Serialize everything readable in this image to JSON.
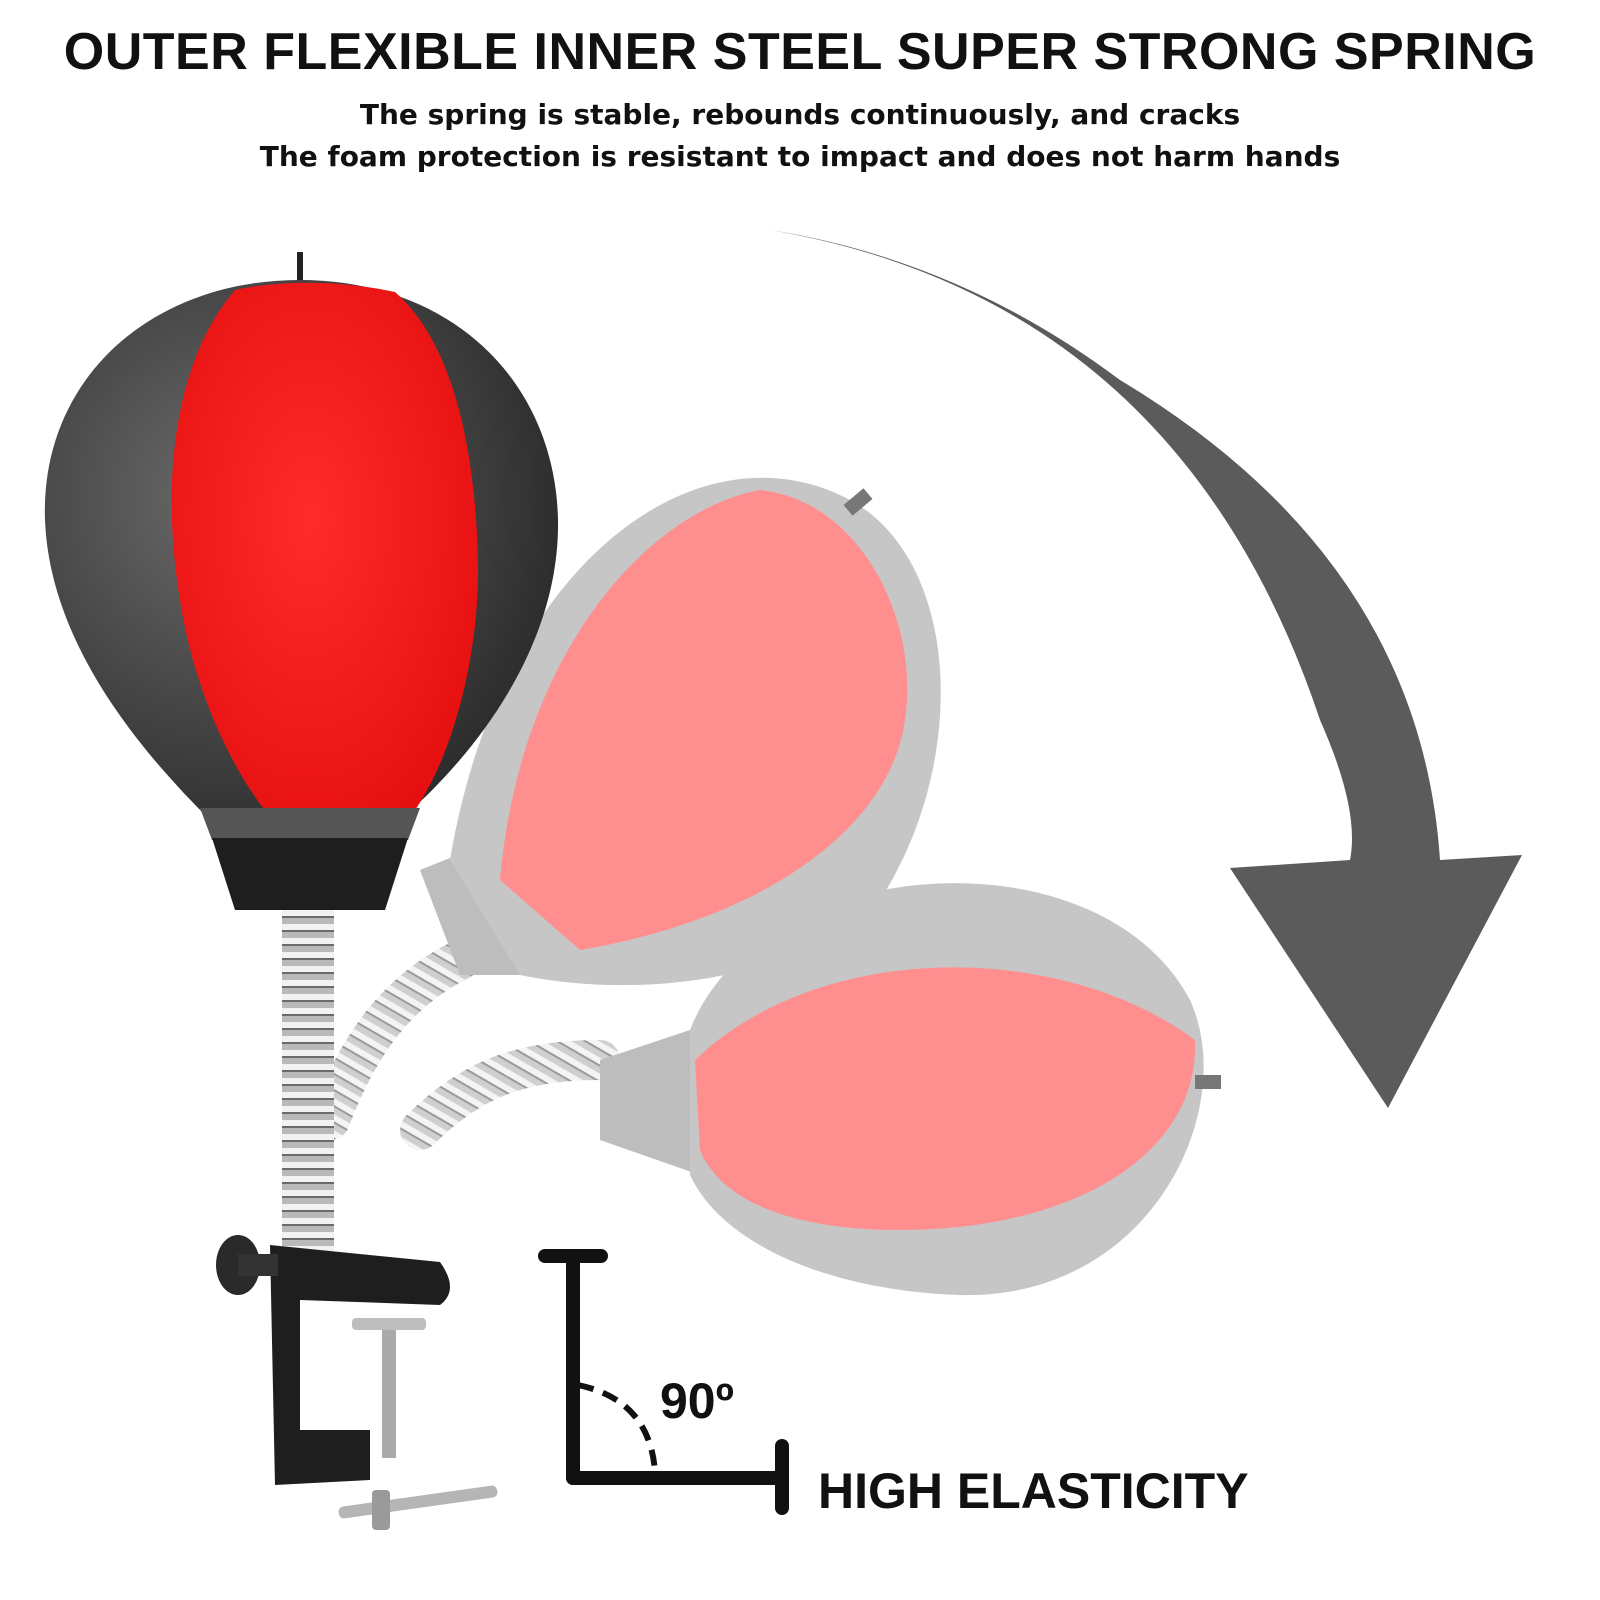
{
  "headline": "OUTER FLEXIBLE INNER STEEL SUPER STRONG SPRING",
  "subline_1": "The spring is stable, rebounds continuously, and cracks",
  "subline_2": "The foam protection is resistant to impact and does not harm hands",
  "angle_label": "90º",
  "feature_label": "HIGH ELASTICITY",
  "colors": {
    "ball_red": "#ff1a1a",
    "ball_black": "#3a3a3a",
    "ghost_red": "#ff8c8c",
    "ghost_gray": "#c4c4c4",
    "arrow": "#5b5b5b",
    "text": "#111111"
  }
}
